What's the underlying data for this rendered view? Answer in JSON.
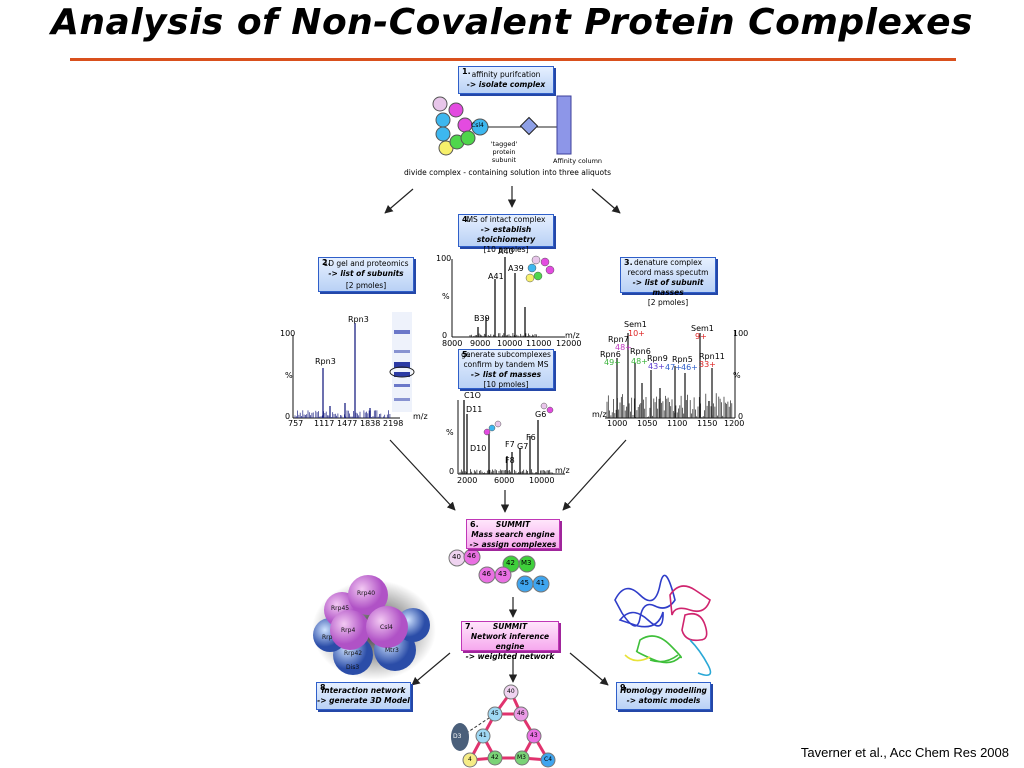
{
  "title": "Analysis of Non-Covalent Protein Complexes",
  "citation": "Taverner et al., Acc Chem Res 2008",
  "colors": {
    "rule": "#d9501d",
    "blue_box": "#b9d1f5",
    "pink_box": "#f6a8ee",
    "spectrum": "#1a1a7a"
  },
  "step1": {
    "num": "1.",
    "line1": "affinity purifcation",
    "line2": "-> isolate complex",
    "tagged": "'tagged' protein subunit",
    "csl4": "Csl4",
    "column": "Affinity column",
    "divide": "divide complex - containing solution into three aliquots"
  },
  "step4": {
    "num": "4.",
    "line1": "MS of intact complex",
    "line2": "-> establish stoichiometry",
    "line3": "[10 pmoles]"
  },
  "step2": {
    "num": "2.",
    "line1": "1D gel and proteomics",
    "line2": "-> list of subunits",
    "line3": "[2 pmoles]"
  },
  "step3": {
    "num": "3.",
    "line1": "denature complex",
    "line2": "record mass specutm",
    "line3": "-> list of subunit masses",
    "line4": "[2 pmoles]"
  },
  "step5": {
    "num": "5.",
    "line1": "generate subcomplexes",
    "line2": "confirm by tandem MS",
    "line3": "-> list of masses",
    "line4": "[10 pmoles]"
  },
  "step6": {
    "num": "6.",
    "line1": "SUMMIT",
    "line2": "Mass search engine",
    "line3": "-> assign complexes",
    "nodes": [
      "40",
      "46",
      "42",
      "M3",
      "46",
      "43",
      "45",
      "41"
    ]
  },
  "step7": {
    "num": "7.",
    "line1": "SUMMIT",
    "line2": "Network inference engine",
    "line3": "-> weighted network"
  },
  "step8": {
    "num": "8.",
    "line1": "Interaction network",
    "line2": "-> generate 3D Model",
    "model_labels": [
      "Rrp40",
      "Rrp45",
      "Rrp4",
      "Csl4",
      "Rrp",
      "Rrp42",
      "Mtr3",
      "Dis3"
    ]
  },
  "step9": {
    "num": "9.",
    "line1": "Homology modelling",
    "line2": "-> atomic models"
  },
  "network": {
    "nodes": [
      "40",
      "45",
      "46",
      "D3",
      "41",
      "43",
      "4",
      "42",
      "M3",
      "C4"
    ]
  },
  "spec_intact": {
    "y100": "100",
    "pct": "%",
    "y0": "0",
    "xticks": [
      "8000",
      "9000",
      "10000",
      "11000",
      "12000"
    ],
    "xunit": "m/z",
    "peaks": [
      "A40",
      "A41",
      "A39",
      "B39"
    ]
  },
  "spec_left": {
    "y100": "100",
    "pct": "%",
    "y0": "0",
    "xticks": [
      "757",
      "1117",
      "1477",
      "1838",
      "2198"
    ],
    "xunit": "m/z",
    "peaks": [
      "Rpn3",
      "Rpn3"
    ]
  },
  "spec_right": {
    "y100": "100",
    "pct": "%",
    "y0": "0",
    "xticks": [
      "1000",
      "1050",
      "1100",
      "1150",
      "1200"
    ],
    "xunit": "m/z",
    "labels": [
      "Sem1",
      "10+",
      "Rpn7",
      "48+",
      "Rpn6",
      "49+",
      "Rpn6",
      "48+",
      "Rpn9",
      "43+",
      "Rpn5",
      "47+",
      "46+",
      "Sem1",
      "9+",
      "Rpn11",
      "33+"
    ]
  },
  "spec_tandem": {
    "pct": "%",
    "y0": "0",
    "xticks": [
      "2000",
      "6000",
      "10000"
    ],
    "xunit": "m/z",
    "peaks": [
      "C1O",
      "D11",
      "D10",
      "F7",
      "F8",
      "G7",
      "F6",
      "G6"
    ]
  }
}
